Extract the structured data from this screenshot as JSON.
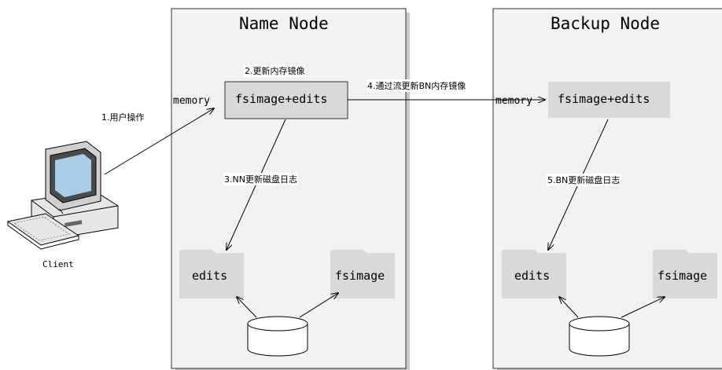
{
  "name_node": {
    "title": "Name Node",
    "memory_label": "memory",
    "memory_box_label": "fsimage+edits",
    "folder_edits_label": "edits",
    "folder_fsimage_label": "fsimage"
  },
  "backup_node": {
    "title": "Backup Node",
    "memory_label": "memory",
    "memory_box_label": "fsimage+edits",
    "folder_edits_label": "edits",
    "folder_fsimage_label": "fsimage"
  },
  "client": {
    "label": "Client"
  },
  "steps": {
    "step1": "1.用户操作",
    "step2": "2.更新内存镜像",
    "step3": "3.NN更新磁盘日志",
    "step4": "4.通过流更新BN内存镜像",
    "step5": "5.BN更新磁盘日志"
  },
  "colors": {
    "panel_fill": "#f2f2f2",
    "panel_shadow": "#c8c8c8",
    "box_fill": "#d9d9d9",
    "folder_fill": "#d9d9d9"
  }
}
